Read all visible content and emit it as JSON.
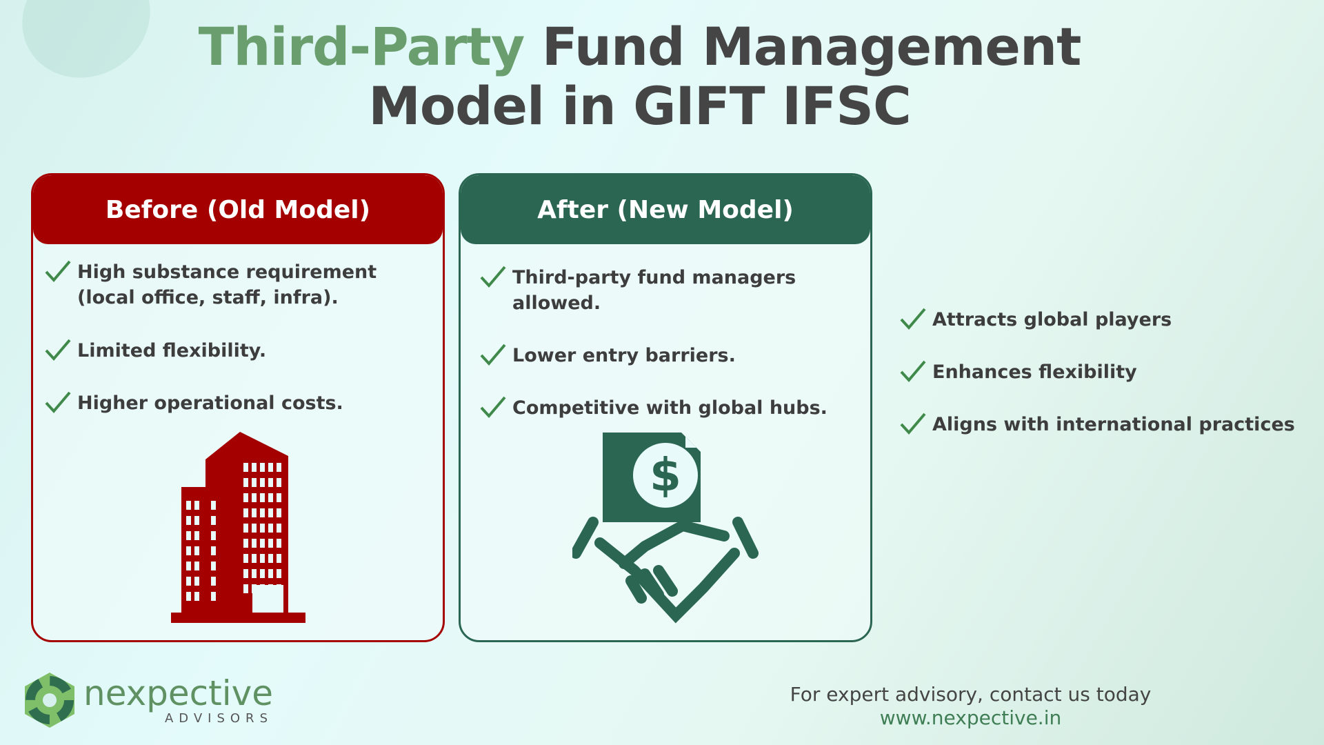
{
  "title": {
    "highlight": "Third-Party",
    "line1_rest": " Fund Management",
    "line2": "Model in GIFT IFSC"
  },
  "before": {
    "heading": "Before (Old Model)",
    "items": [
      "High substance requirement (local office, staff, infra).",
      "Limited flexibility.",
      "Higher operational costs."
    ]
  },
  "after": {
    "heading": "After (New Model)",
    "items": [
      "Third-party fund managers allowed.",
      "Lower entry barriers.",
      "Competitive with global hubs."
    ]
  },
  "benefits": [
    "Attracts global players",
    "Enhances flexibility",
    "Aligns with international practices"
  ],
  "logo": {
    "name": "nexpective",
    "sub": "ADVISORS"
  },
  "footer": {
    "cta": "For expert advisory, contact us today",
    "url": "www.nexpective.in"
  },
  "colors": {
    "red": "#a50000",
    "green": "#2a6651",
    "accent": "#6a9e6e"
  }
}
